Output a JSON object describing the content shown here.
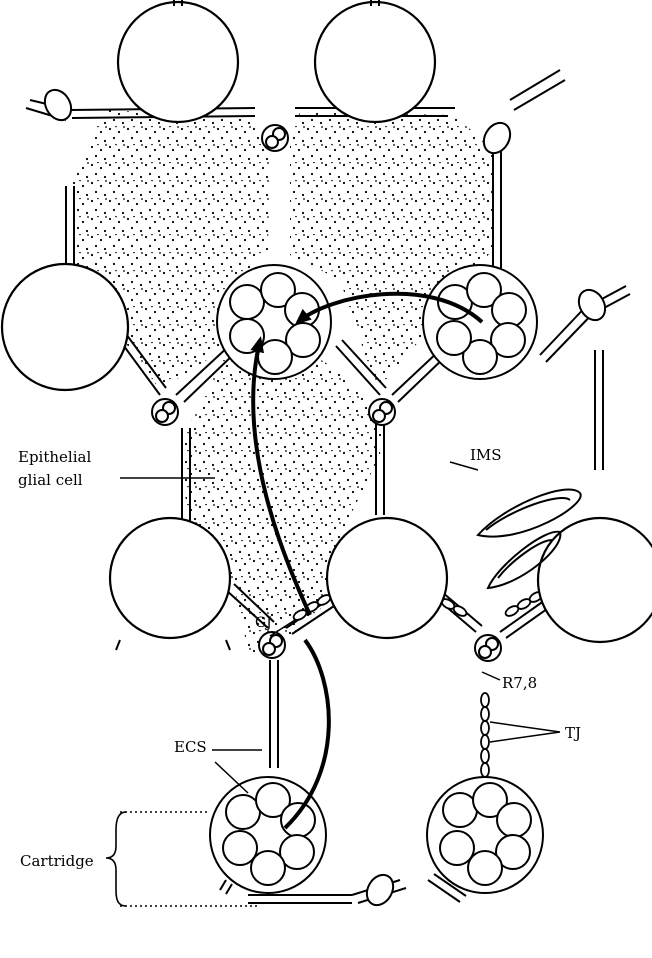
{
  "labels": {
    "epithelial_line1": "Epithelial",
    "epithelial_line2": "glial cell",
    "ims": "IMS",
    "gj": "GJ",
    "r78": "R7,8",
    "ecs": "ECS",
    "tj": "TJ",
    "cartridge": "Cartridge"
  },
  "colors": {
    "ink": "#000000",
    "paper": "#ffffff",
    "stipple": "#000000"
  }
}
